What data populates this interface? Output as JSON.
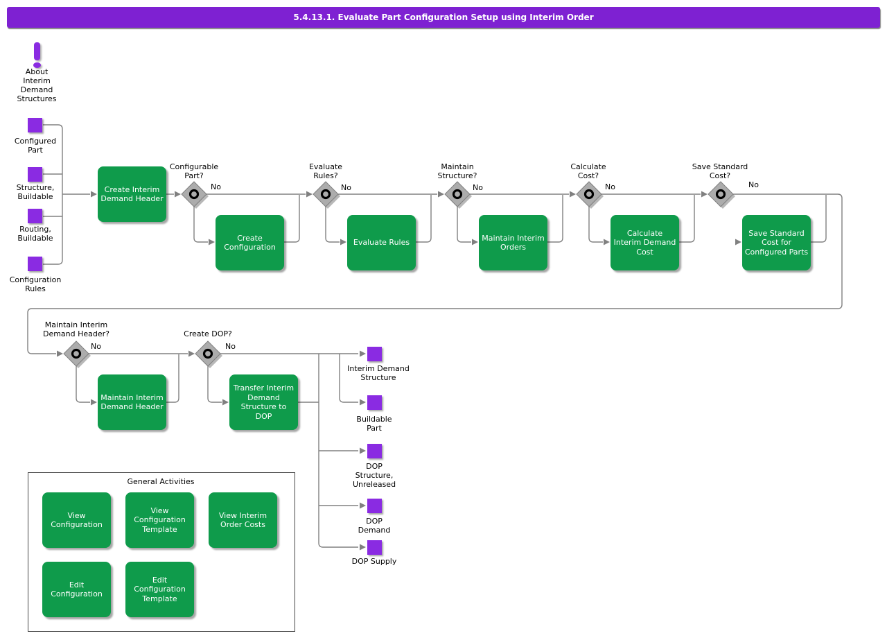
{
  "title": "5.4.13.1. Evaluate Part Configuration Setup using Interim Order",
  "about": {
    "label": "About\nInterim\nDemand\nStructures"
  },
  "inputs": [
    {
      "label": "Configured\nPart"
    },
    {
      "label": "Structure,\nBuildable"
    },
    {
      "label": "Routing,\nBuildable"
    },
    {
      "label": "Configuration\nRules"
    }
  ],
  "decisions": [
    {
      "question": "Configurable\nPart?",
      "answer": "No"
    },
    {
      "question": "Evaluate\nRules?",
      "answer": "No"
    },
    {
      "question": "Maintain\nStructure?",
      "answer": "No"
    },
    {
      "question": "Calculate\nCost?",
      "answer": "No"
    },
    {
      "question": "Save Standard\nCost?",
      "answer": "No"
    },
    {
      "question": "Maintain Interim\nDemand Header?",
      "answer": "No"
    },
    {
      "question": "Create DOP?",
      "answer": "No"
    }
  ],
  "tasks": [
    {
      "label": "Create Interim\nDemand Header"
    },
    {
      "label": "Create\nConfiguration"
    },
    {
      "label": "Evaluate Rules"
    },
    {
      "label": "Maintain Interim\nOrders"
    },
    {
      "label": "Calculate\nInterim Demand\nCost"
    },
    {
      "label": "Save Standard\nCost for\nConfigured Parts"
    },
    {
      "label": "Maintain Interim\nDemand Header"
    },
    {
      "label": "Transfer Interim\nDemand\nStructure to\nDOP"
    }
  ],
  "outputs": [
    {
      "label": "Interim Demand\nStructure"
    },
    {
      "label": "Buildable\nPart"
    },
    {
      "label": "DOP\nStructure,\nUnreleased"
    },
    {
      "label": "DOP\nDemand"
    },
    {
      "label": "DOP Supply"
    }
  ],
  "general_activities": {
    "title": "General Activities",
    "buttons": [
      {
        "label": "View\nConfiguration"
      },
      {
        "label": "View\nConfiguration\nTemplate"
      },
      {
        "label": "View Interim\nOrder Costs"
      },
      {
        "label": "Edit\nConfiguration"
      },
      {
        "label": "Edit\nConfiguration\nTemplate"
      }
    ]
  },
  "colors": {
    "title_bar": "#7E21D2",
    "artifact_purple": "#8A2BE2",
    "task_green": "#0F9B4B",
    "connector_gray": "#808080",
    "decision_gray": "#ACACAC"
  }
}
